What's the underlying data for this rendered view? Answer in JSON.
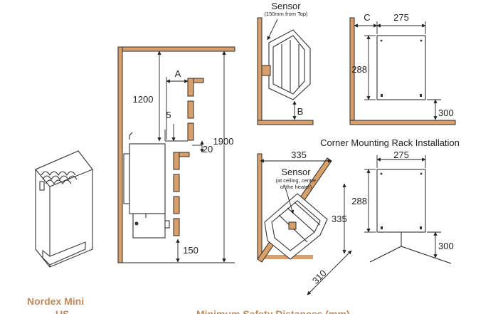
{
  "labels": {
    "sensor_top": "Sensor",
    "sensor_top_note": "(150mm from Top)",
    "sensor_corner": "Sensor",
    "sensor_corner_note_1": "(at ceiling, center",
    "sensor_corner_note_2": "of the heater)",
    "corner_rack_title": "Corner Mounting Rack Installation"
  },
  "dimensions": {
    "A": "A",
    "B": "B",
    "C": "C",
    "d1200": "1200",
    "d5": "5",
    "d20": "20",
    "d1900": "1900",
    "d150": "150",
    "d275_top": "275",
    "d288_top": "288",
    "d300_top": "300",
    "d335_h": "335",
    "d335_v": "335",
    "d310": "310",
    "d275_bottom": "275",
    "d288_bottom": "288",
    "d300_bottom": "300"
  },
  "footer": {
    "product_name": "Nordex Mini",
    "product_suffix": "US",
    "section_title": "Minimum Safety Distances (mm)"
  },
  "colors": {
    "wood": "#d9a06b",
    "brand": "#c08a5a",
    "line": "#222222"
  }
}
